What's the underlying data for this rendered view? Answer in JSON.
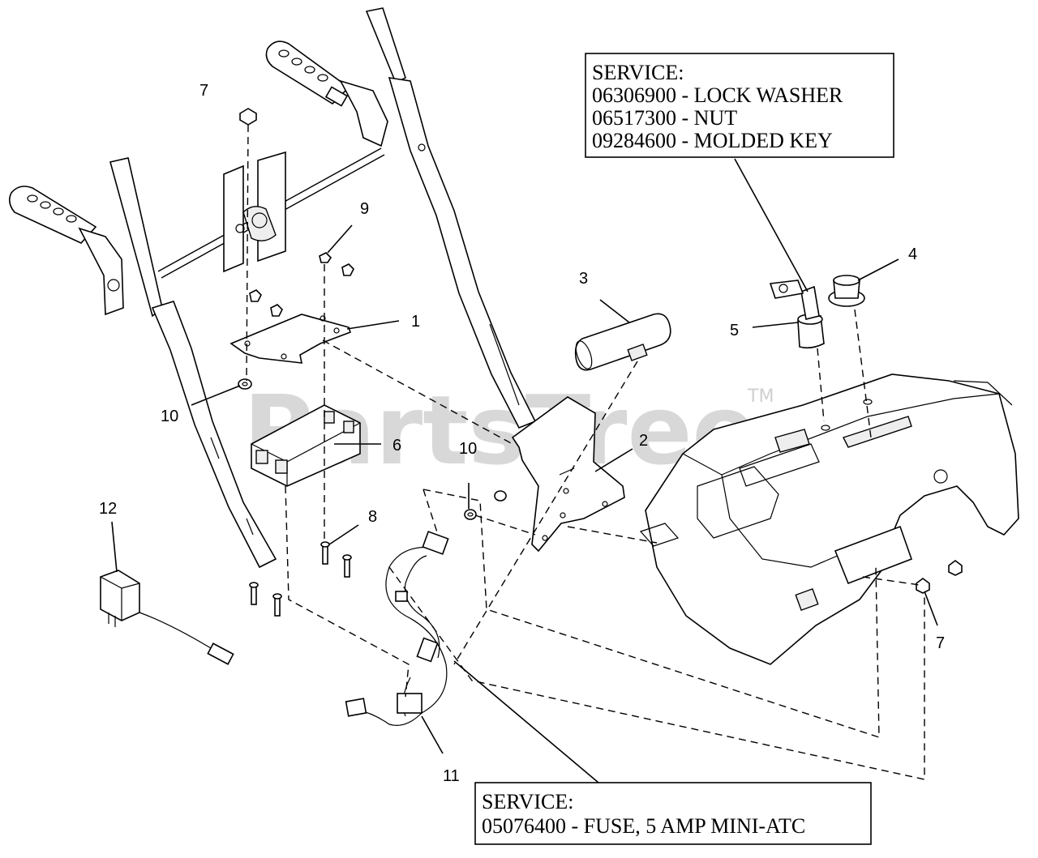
{
  "watermark": {
    "text": "PartsTree",
    "trademark": "TM"
  },
  "callouts": {
    "c1": "1",
    "c2": "2",
    "c3": "3",
    "c4": "4",
    "c5": "5",
    "c6": "6",
    "c7a": "7",
    "c7b": "7",
    "c8": "8",
    "c9": "9",
    "c10a": "10",
    "c10b": "10",
    "c11": "11",
    "c12": "12"
  },
  "service_top": {
    "lines": [
      "SERVICE:",
      "06306900 - LOCK WASHER",
      "06517300 - NUT",
      "09284600 - MOLDED KEY"
    ]
  },
  "service_bottom": {
    "lines": [
      "SERVICE:",
      "05076400 - FUSE, 5 AMP MINI-ATC"
    ]
  }
}
